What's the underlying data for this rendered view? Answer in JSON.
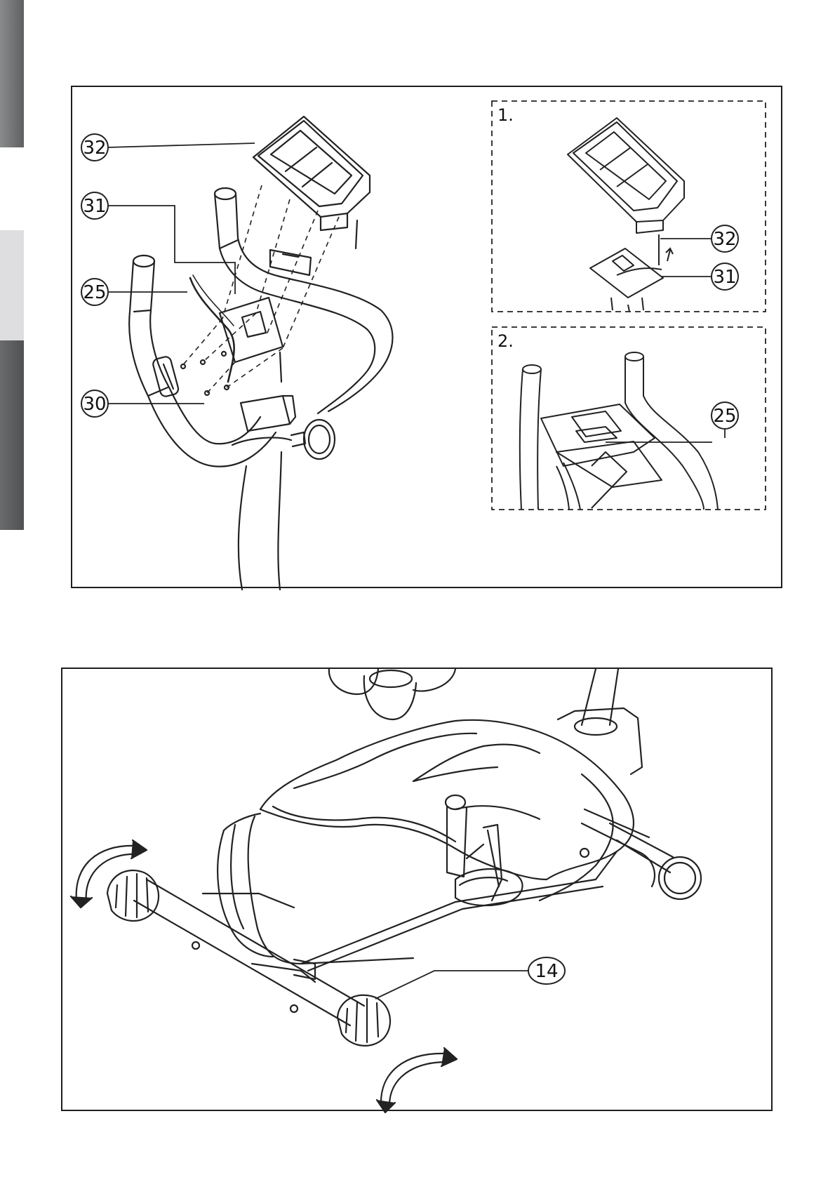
{
  "side_tabs": [
    {
      "name": "tab-dark-top",
      "color": "#6f7072"
    },
    {
      "name": "tab-light",
      "color": "#dcdcdd"
    },
    {
      "name": "tab-dark-bottom",
      "color": "#5f6062"
    }
  ],
  "figure1": {
    "callouts": {
      "c32": "32",
      "c31": "31",
      "c25": "25",
      "c30": "30"
    },
    "inset1": {
      "step": "1.",
      "callouts": {
        "c32": "32",
        "c31": "31"
      }
    },
    "inset2": {
      "step": "2.",
      "callouts": {
        "c25": "25"
      }
    }
  },
  "figure2": {
    "callouts": {
      "c14": "14"
    }
  }
}
